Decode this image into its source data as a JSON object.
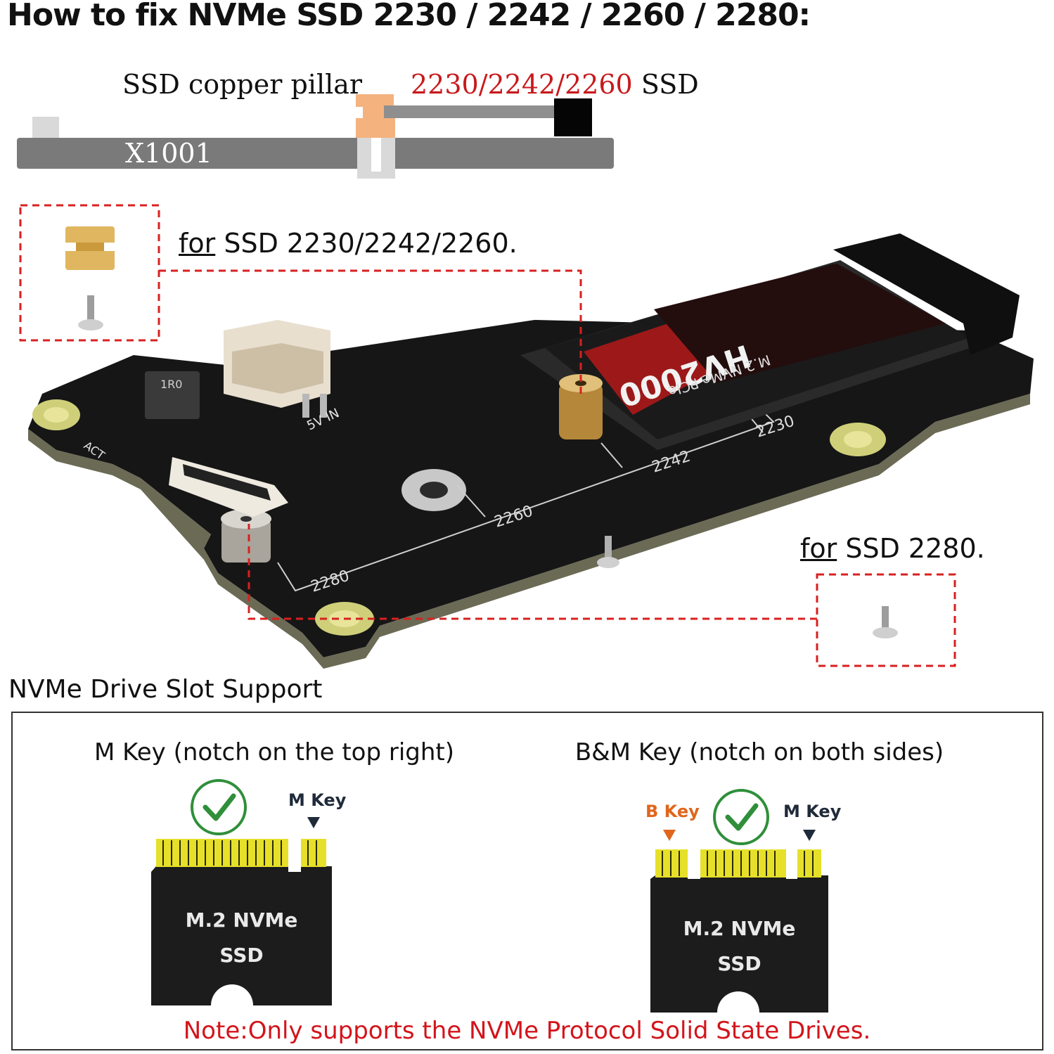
{
  "title": "How to fix NVMe SSD 2230 / 2242 / 2260 / 2280:",
  "diagram": {
    "pillar_label": "SSD copper pillar",
    "ssd_sizes_label": "2230/2242/2260",
    "ssd_label": "SSD",
    "board_label": "X1001"
  },
  "photo": {
    "for_small": {
      "for": "for",
      "text": "SSD 2230/2242/2260."
    },
    "for_2280": {
      "for": "for",
      "text": "SSD 2280."
    },
    "drive_label": "HV2000",
    "drive_sub": "M.2 NVMe PCIe",
    "marks": [
      "2230",
      "2242",
      "2260",
      "2280"
    ],
    "power_label": "5V IN",
    "act_label": "ACT",
    "inductor_label": "1R0"
  },
  "slot_support": {
    "title": "NVMe Drive Slot Support",
    "m_key": {
      "heading": "M Key (notch on the top right)",
      "tag": "M Key",
      "card_line1": "M.2 NVMe",
      "card_line2": "SSD"
    },
    "bm_key": {
      "heading": "B&M Key (notch on both sides)",
      "tag_b": "B Key",
      "tag_m": "M Key",
      "card_line1": "M.2 NVMe",
      "card_line2": "SSD"
    },
    "note": "Note:Only supports the NVMe Protocol Solid State Drives."
  },
  "colors": {
    "red": "#c8191c",
    "copper": "#f4b27e",
    "board_gray": "#7a7a7a",
    "pcb": "#141414",
    "gold": "#d6d630",
    "b_key_orange": "#e0661c"
  }
}
